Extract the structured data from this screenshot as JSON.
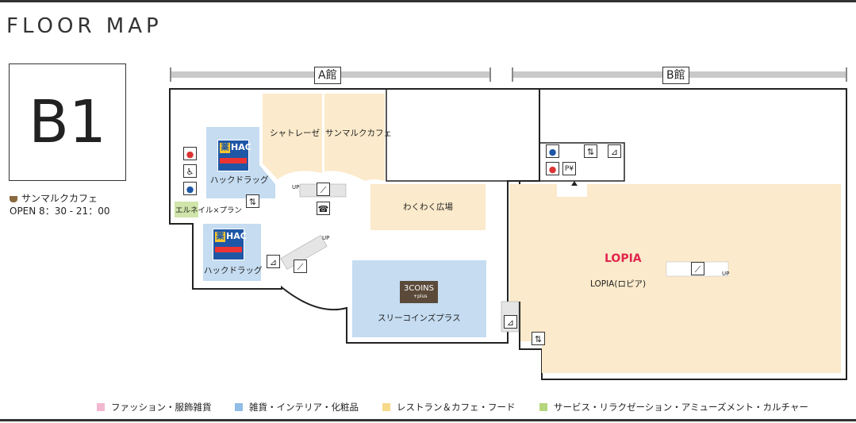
{
  "title": "FLOOR MAP",
  "floor": "B1",
  "cafe": {
    "name": "サンマルクカフェ",
    "hours": "OPEN  8：30 - 21：00"
  },
  "buildings": {
    "a": "A館",
    "b": "B館"
  },
  "stores": {
    "chateraise": "シャトレーゼ",
    "saintmarc": "サンマルクカフェ",
    "hac1": "ハックドラッグ",
    "hac2": "ハックドラッグ",
    "hac_logo": "HAC",
    "elnail": "エルネイル×プラン",
    "wakuwaku": "わくわく広場",
    "threecoins": "スリーコインズプラス",
    "threecoins_logo": "3COINS",
    "threecoins_sub": "+plus",
    "lopia": "LOPIA(ロピア)",
    "lopia_logo": "LOPIA"
  },
  "markers": {
    "up": "UP"
  },
  "legend": [
    {
      "label": "ファッション・服飾雑貨",
      "color": "#f2b8cf"
    },
    {
      "label": "雑貨・インテリア・化粧品",
      "color": "#8fbde8"
    },
    {
      "label": "レストラン＆カフェ・フード",
      "color": "#f7d98a"
    },
    {
      "label": "サービス・リラクゼーション・アミューズメント・カルチャー",
      "color": "#b5d67c"
    }
  ],
  "colors": {
    "restaurant": "#fbeacb",
    "goods": "#c5dcf1",
    "service": "#cfe5a9",
    "outline": "#222222"
  }
}
